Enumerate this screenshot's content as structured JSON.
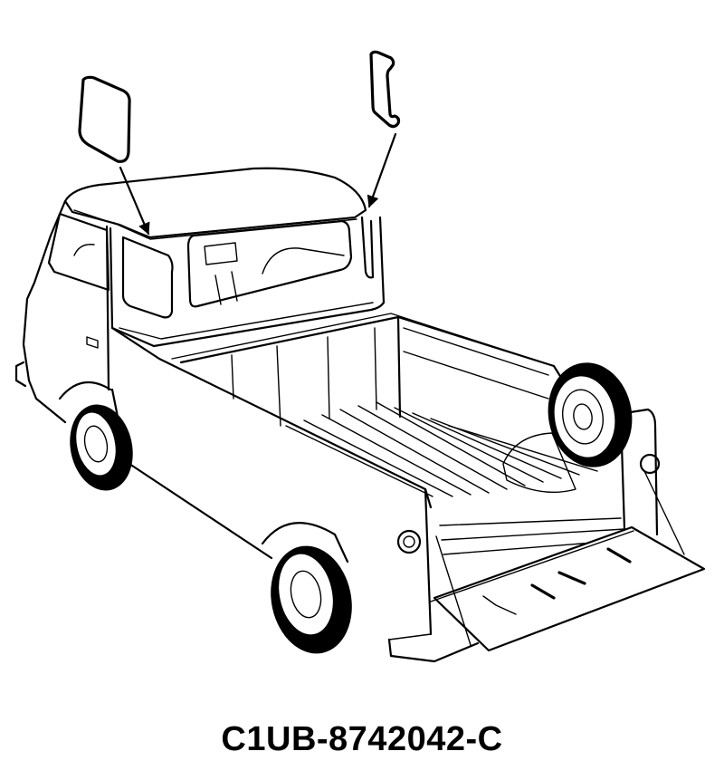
{
  "diagram": {
    "subject": "pickup-truck-line-drawing",
    "callouts": [
      {
        "id": "cab-corner-glass",
        "description": "cab rear corner window glass",
        "points_to": "left rear cab corner window"
      },
      {
        "id": "weatherstrip",
        "description": "window weatherstrip / seal",
        "points_to": "right rear cab corner pillar"
      }
    ],
    "colors": {
      "line": "#000000",
      "background": "#ffffff"
    }
  },
  "caption": {
    "part_number": "C1UB-8742042-C"
  }
}
